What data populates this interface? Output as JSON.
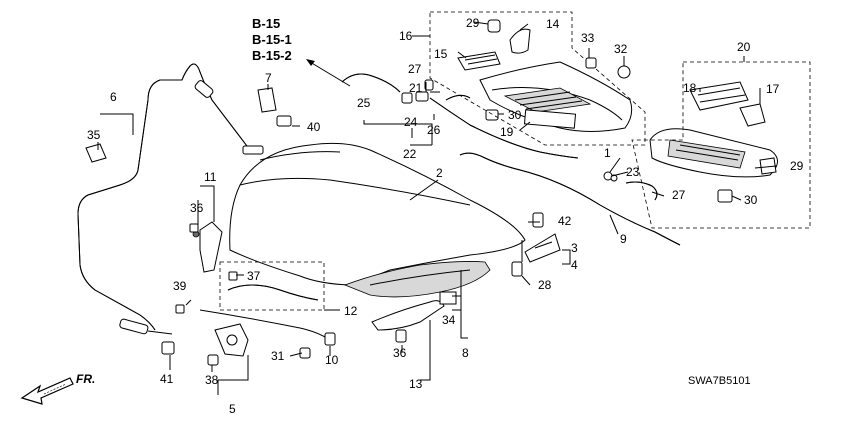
{
  "references": [
    "B-15",
    "B-15-1",
    "B-15-2"
  ],
  "diagram_code": "SWA7B5101",
  "direction_label": "FR.",
  "callouts": {
    "c1": "1",
    "c2": "2",
    "c3": "3",
    "c4": "4",
    "c5": "5",
    "c6": "6",
    "c7": "7",
    "c8": "8",
    "c9": "9",
    "c10": "10",
    "c11": "11",
    "c12": "12",
    "c13": "13",
    "c14": "14",
    "c15": "15",
    "c16": "16",
    "c17": "17",
    "c18": "18",
    "c19": "19",
    "c20": "20",
    "c21": "21",
    "c22": "22",
    "c23": "23",
    "c24": "24",
    "c25": "25",
    "c26": "26",
    "c27a": "27",
    "c27b": "27",
    "c28": "28",
    "c29a": "29",
    "c29b": "29",
    "c30a": "30",
    "c30b": "30",
    "c31": "31",
    "c32": "32",
    "c33": "33",
    "c34": "34",
    "c35": "35",
    "c36a": "36",
    "c36b": "36",
    "c37": "37",
    "c38": "38",
    "c39": "39",
    "c40": "40",
    "c41": "41",
    "c42": "42"
  }
}
